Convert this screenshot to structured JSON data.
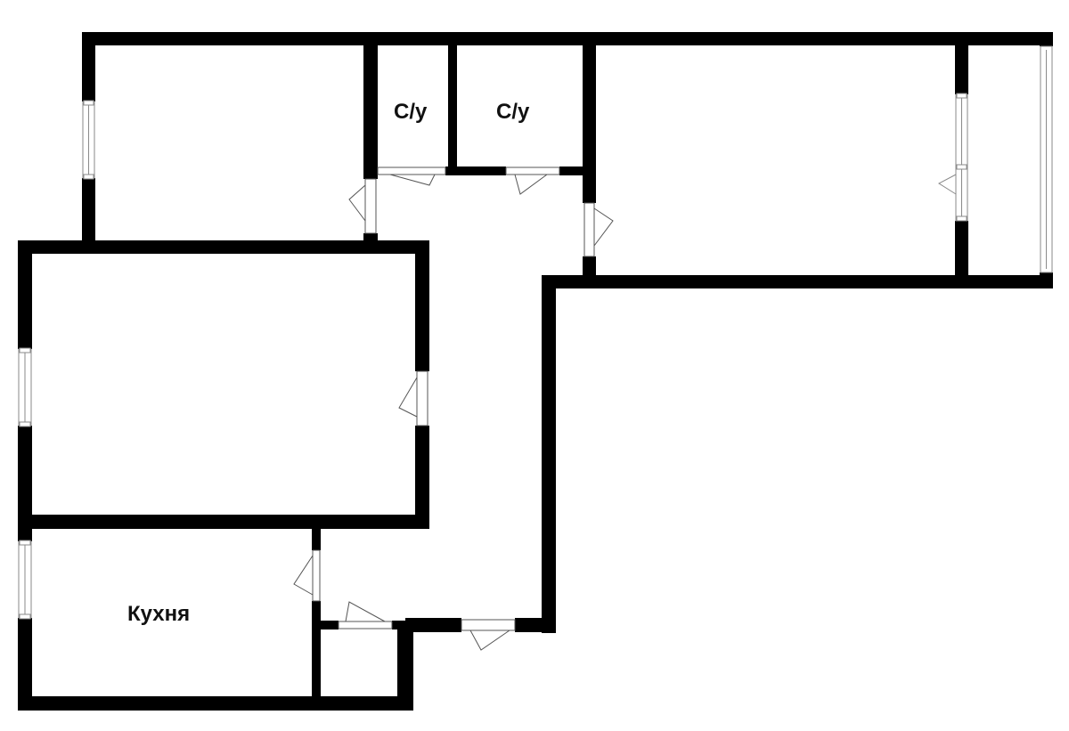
{
  "rooms": {
    "bathroom_1": "С/у",
    "bathroom_2": "С/у",
    "kitchen": "Кухня"
  },
  "colors": {
    "wall": "#000000",
    "background": "#ffffff",
    "window_line": "#9a9a9a"
  }
}
